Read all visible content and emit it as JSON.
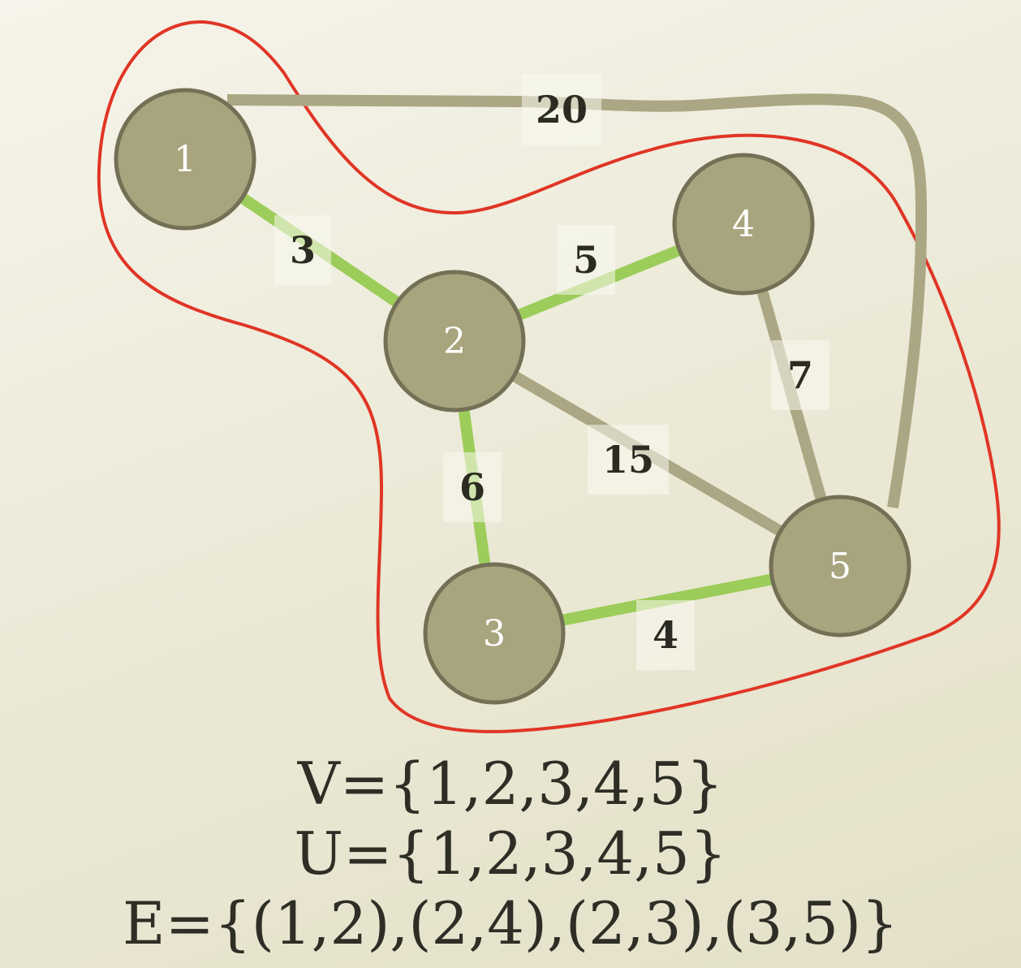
{
  "colors": {
    "node_fill": "#a8a47e",
    "node_stroke": "#737055",
    "edge_tree": "#9ccc5a",
    "edge_other": "#aba784",
    "cut_curve": "#e03525"
  },
  "nodes": [
    {
      "id": "1",
      "label": "1"
    },
    {
      "id": "2",
      "label": "2"
    },
    {
      "id": "3",
      "label": "3"
    },
    {
      "id": "4",
      "label": "4"
    },
    {
      "id": "5",
      "label": "5"
    }
  ],
  "edges": [
    {
      "from": "1",
      "to": "2",
      "weight": "3",
      "in_tree": true
    },
    {
      "from": "2",
      "to": "4",
      "weight": "5",
      "in_tree": true
    },
    {
      "from": "2",
      "to": "3",
      "weight": "6",
      "in_tree": true
    },
    {
      "from": "3",
      "to": "5",
      "weight": "4",
      "in_tree": true
    },
    {
      "from": "4",
      "to": "5",
      "weight": "7",
      "in_tree": false
    },
    {
      "from": "2",
      "to": "5",
      "weight": "15",
      "in_tree": false
    },
    {
      "from": "1",
      "to": "5",
      "weight": "20",
      "in_tree": false
    }
  ],
  "sets": {
    "v": "V={1,2,3,4,5}",
    "u": "U={1,2,3,4,5}",
    "e": "E={(1,2),(2,4),(2,3),(3,5)}"
  }
}
